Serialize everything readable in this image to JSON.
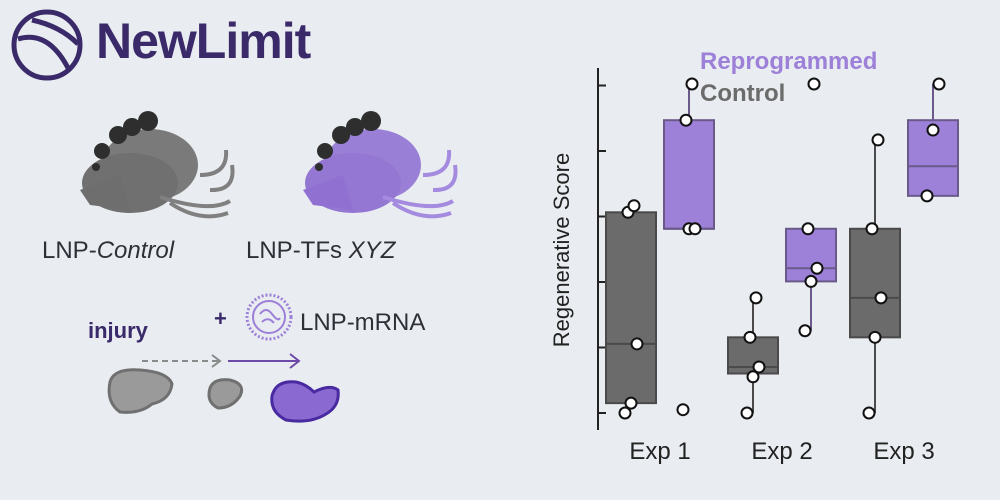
{
  "brand": {
    "name": "NewLimit"
  },
  "groups": {
    "control_prefix": "LNP-",
    "control_suffix": "Control",
    "treatment_prefix": "LNP-TFs ",
    "treatment_suffix": "XYZ"
  },
  "process": {
    "injury_label": "injury",
    "plus": "+",
    "lnp_label": "LNP-mRNA"
  },
  "colors": {
    "control": "#6b6b6b",
    "reprogrammed": "#9d80d8",
    "brand": "#3a2a6a"
  },
  "chart_data": {
    "type": "box",
    "ylabel": "Regenerative Score",
    "y_ticks_labeled": false,
    "categories": [
      "Exp 1",
      "Exp 2",
      "Exp 3"
    ],
    "legend": {
      "placement": "top-right",
      "entries": [
        "Reprogrammed",
        "Control"
      ]
    },
    "series": [
      {
        "name": "Control",
        "color": "#6b6b6b",
        "boxes": [
          {
            "q1": 1.15,
            "median": 2.05,
            "q3": 4.05,
            "whisker_low": 1.15,
            "whisker_high": 4.15,
            "points": [
              1.0,
              1.15,
              2.05,
              4.05,
              4.15
            ]
          },
          {
            "q1": 1.6,
            "median": 1.7,
            "q3": 2.15,
            "whisker_low": 1.0,
            "whisker_high": 2.75,
            "points": [
              1.0,
              1.55,
              1.7,
              2.15,
              2.75
            ]
          },
          {
            "q1": 2.15,
            "median": 2.75,
            "q3": 3.8,
            "whisker_low": 1.0,
            "whisker_high": 5.15,
            "points": [
              1.0,
              2.15,
              2.75,
              3.8,
              5.15
            ]
          }
        ]
      },
      {
        "name": "Reprogrammed",
        "color": "#9d80d8",
        "boxes": [
          {
            "q1": 3.8,
            "median": 3.8,
            "q3": 5.45,
            "whisker_low": 3.8,
            "whisker_high": 6.0,
            "points": [
              1.05,
              3.8,
              3.8,
              5.45,
              6.0
            ]
          },
          {
            "q1": 3.0,
            "median": 3.2,
            "q3": 3.8,
            "whisker_low": 2.25,
            "whisker_high": 3.8,
            "points": [
              2.25,
              3.0,
              3.2,
              3.8,
              6.0
            ]
          },
          {
            "q1": 4.3,
            "median": 4.75,
            "q3": 5.45,
            "whisker_low": 4.3,
            "whisker_high": 6.0,
            "points": [
              4.3,
              5.3,
              6.0
            ]
          }
        ]
      }
    ]
  }
}
